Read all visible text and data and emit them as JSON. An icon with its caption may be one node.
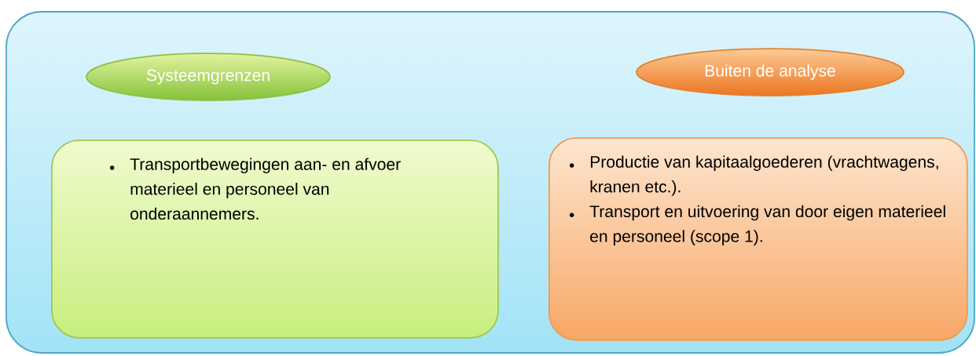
{
  "diagram": {
    "nodes": [
      {
        "text": [],
        "shape": "box"
      },
      {
        "text": [
          "Systeemgrenzen"
        ],
        "in": 0
      },
      {
        "text": [
          "Transportbewegingen aan- en afvoer materieel en personeel van onderaannemers."
        ],
        "in": 0
      },
      {
        "text": [
          "Buiten de analyse"
        ],
        "in": 0
      },
      {
        "text": [
          "Productie van kapitaalgoederen (vrachtwagens, kranen etc.).",
          "Transport en uitvoering van door eigen materieel en personeel (scope 1)."
        ],
        "in": 0
      }
    ]
  }
}
